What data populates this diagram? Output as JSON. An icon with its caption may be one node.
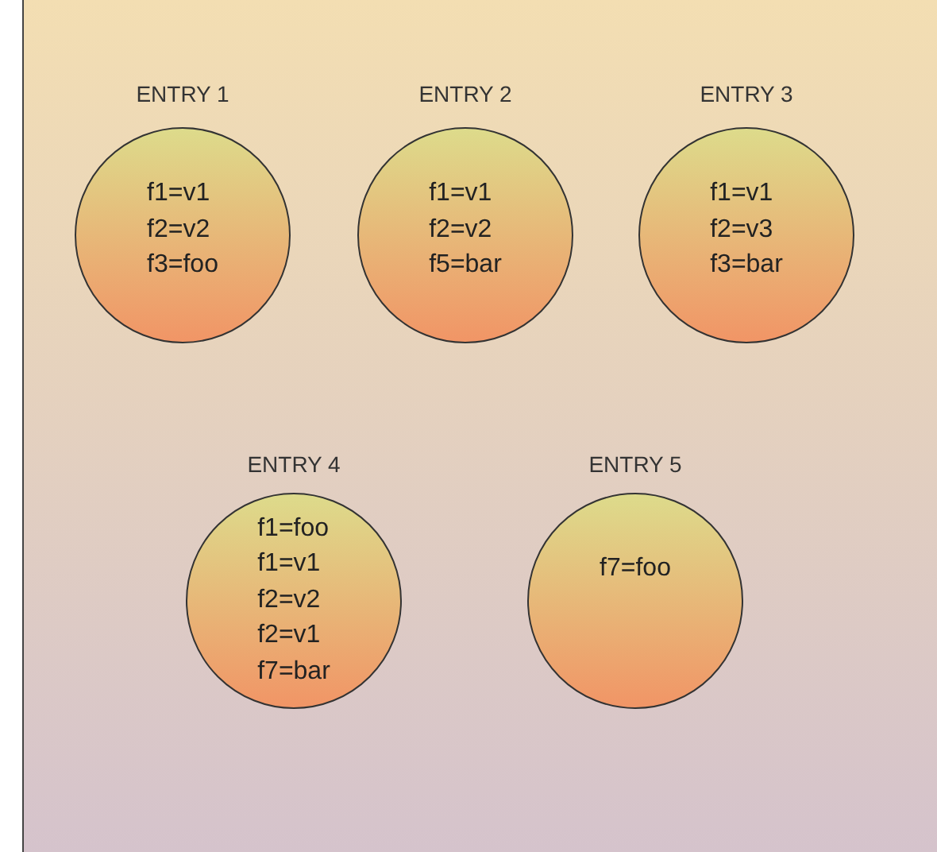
{
  "diagram": {
    "nodes": [
      {
        "text": [
          "ENTRY 1",
          "f1=v1 f2=v2 f3=foo"
        ]
      },
      {
        "text": [
          "ENTRY 2",
          "f1=v1 f2=v2 f5=bar"
        ]
      },
      {
        "text": [
          "ENTRY 3",
          "f1=v1 f2=v3 f3=bar"
        ]
      },
      {
        "text": [
          "ENTRY 4",
          "f1=foo f1=v1 f2=v2 f2=v1 f7=bar"
        ]
      },
      {
        "text": [
          "ENTRY 5",
          "f7=foo"
        ]
      }
    ]
  }
}
